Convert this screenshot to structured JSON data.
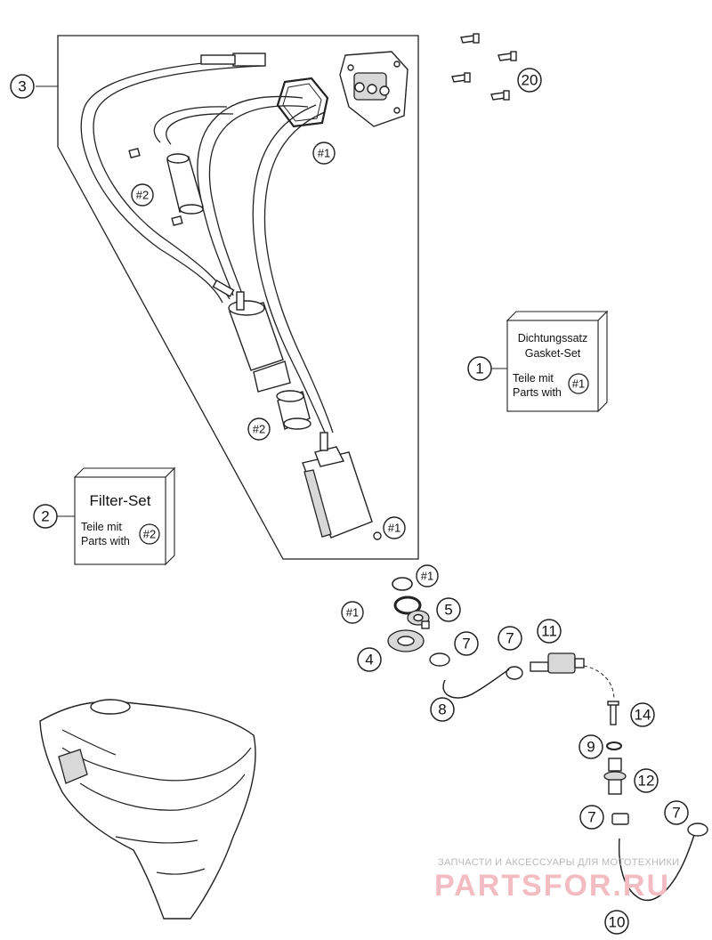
{
  "callouts": {
    "c1": "1",
    "c2": "2",
    "c3": "3",
    "c4": "4",
    "c5": "5",
    "c7": "7",
    "c8": "8",
    "c9": "9",
    "c10": "10",
    "c11": "11",
    "c12": "12",
    "c14": "14",
    "c20": "20",
    "h1": "#1",
    "h2": "#2"
  },
  "gasket_box": {
    "title_de": "Dichtungssatz",
    "title_en": "Gasket-Set",
    "line1": "Teile mit",
    "line2": "Parts with",
    "ref": "#1"
  },
  "filter_box": {
    "title": "Filter-Set",
    "line1": "Teile mit",
    "line2": "Parts with",
    "ref": "#2"
  },
  "watermark": {
    "tagline": "ЗАПЧАСТИ И АКСЕССУАРЫ ДЛЯ МОТОТЕХНИКИ",
    "brand": "PARTSFOR.RU"
  }
}
